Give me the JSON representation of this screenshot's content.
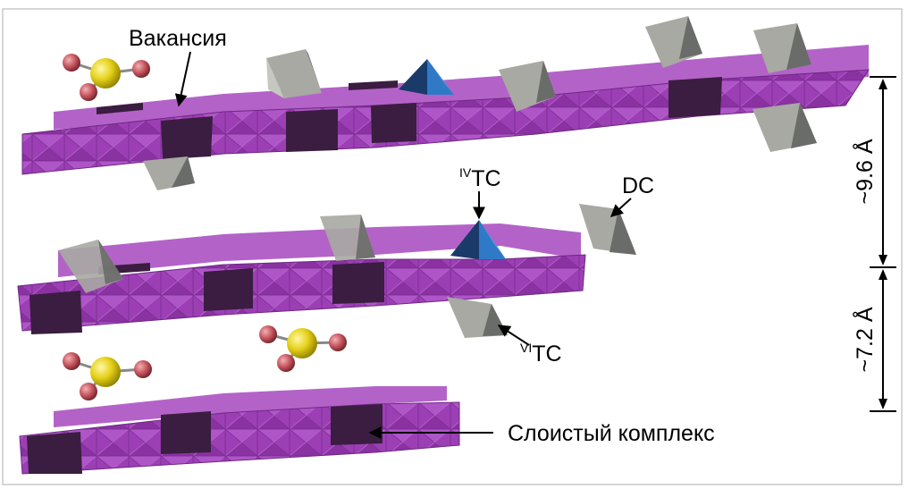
{
  "labels": {
    "vacancy": "Вакансия",
    "layered_complex": "Слоистый комплекс",
    "iv_tc_sup": "IV",
    "iv_tc": "TC",
    "vi_tc_sup": "VI",
    "vi_tc": "TC",
    "dc": "DC",
    "spacing_large": "~9.6 Å",
    "spacing_small": "~7.2 Å"
  },
  "colors": {
    "octahedral_sheet": "#9c3fb5",
    "octahedral_sheet_light": "#b564c9",
    "vacancy_dark": "#3a1d40",
    "tetrahedron_blue": "#2f79c7",
    "grey_polyhedron": "#9a9c96",
    "sulfur_atom": "#e6d21a",
    "oxygen_atom": "#c4535c",
    "frame": "#c8c8c8"
  },
  "icons": [
    "sulfate-molecule-icon",
    "grey-octahedron-icon",
    "blue-tetrahedron-icon"
  ]
}
